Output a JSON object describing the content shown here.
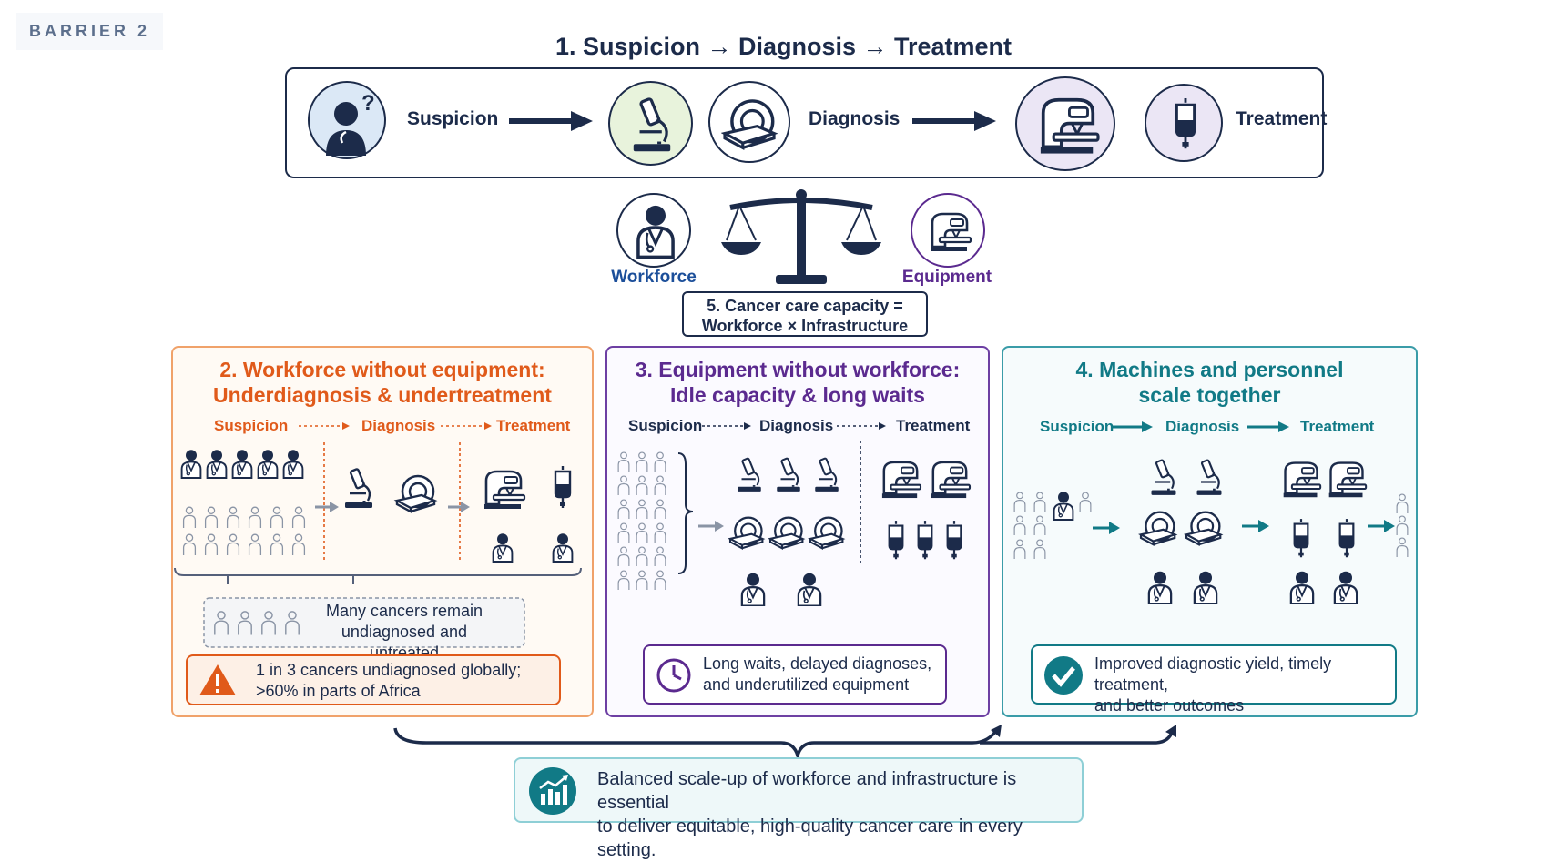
{
  "header": {
    "tag": "BARRIER 2",
    "title": "1. Suspicion → Diagnosis → Treatment"
  },
  "flow": {
    "suspicion": "Suspicion",
    "diagnosis": "Diagnosis",
    "treatment": "Treatment"
  },
  "balance": {
    "workforce": "Workforce",
    "equipment": "Equipment",
    "capacity_line1": "5. Cancer care capacity =",
    "capacity_line2": "Workforce × Infrastructure"
  },
  "panels": [
    {
      "title_line1": "2. Workforce without equipment:",
      "title_line2": "Underdiagnosis & undertreatment",
      "steps": [
        "Suspicion",
        "Diagnosis",
        "Treatment"
      ],
      "note_line1": "Many cancers remain",
      "note_line2": "undiagnosed and untreated",
      "alert_line1": "1 in 3 cancers undiagnosed globally;",
      "alert_line2": ">60% in parts of Africa",
      "color": "#e05a1a"
    },
    {
      "title_line1": "3. Equipment without workforce:",
      "title_line2": "Idle capacity & long waits",
      "steps": [
        "Suspicion",
        "Diagnosis",
        "Treatment"
      ],
      "alert_line1": "Long waits, delayed diagnoses,",
      "alert_line2": "and underutilized equipment",
      "color": "#5b2a8f"
    },
    {
      "title_line1": "4. Machines and personnel",
      "title_line2": "scale together",
      "steps": [
        "Suspicion",
        "Diagnosis",
        "Treatment"
      ],
      "alert_line1": "Improved diagnostic yield, timely treatment,",
      "alert_line2": "and better outcomes",
      "color": "#117a86"
    }
  ],
  "footer": {
    "line1": "Balanced scale-up of workforce and infrastructure is essential",
    "line2": "to deliver equitable, high-quality cancer care in every setting."
  },
  "colors": {
    "navy": "#1c2b4a",
    "orange": "#e05a1a",
    "purple": "#5b2a8f",
    "teal": "#117a86"
  }
}
